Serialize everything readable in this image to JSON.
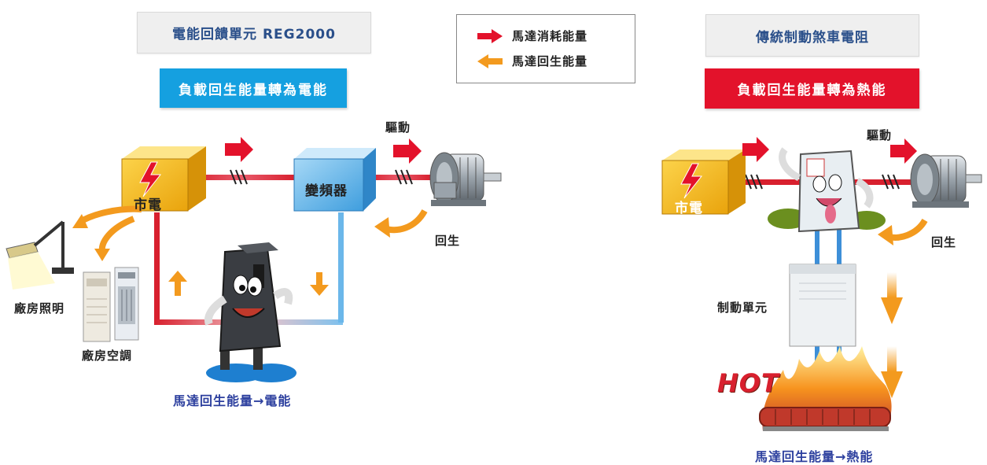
{
  "left": {
    "title": "電能回饋單元  REG2000",
    "banner": "負載回生能量轉為電能",
    "grid_label": "市電",
    "inverter_label": "變頻器",
    "drive_label": "驅動",
    "regen_label": "回生",
    "lighting_label": "廠房照明",
    "ac_label": "廠房空調",
    "caption": "馬達回生能量→電能"
  },
  "legend": {
    "consume": "馬達消耗能量",
    "regen": "馬達回生能量"
  },
  "right": {
    "title": "傳統制動煞車電阻",
    "banner": "負載回生能量轉為熱能",
    "grid_label": "市電",
    "drive_label": "驅動",
    "regen_label": "回生",
    "brake_unit_label": "制動單元",
    "hot_label": "HOT",
    "caption": "馬達回生能量→熱能"
  },
  "colors": {
    "red": "#e3122b",
    "blue_banner": "#15a0e0",
    "orange": "#f39a1e",
    "grid_yellow": "#f6b711",
    "inverter_blue": "#5fb3e9",
    "caption_blue": "#2c3f9e"
  },
  "icons": {
    "lightning": "lightning-bolt-icon",
    "motor": "motor-icon",
    "arrow_red": "red-arrow-icon",
    "arrow_orange": "orange-arrow-icon"
  }
}
